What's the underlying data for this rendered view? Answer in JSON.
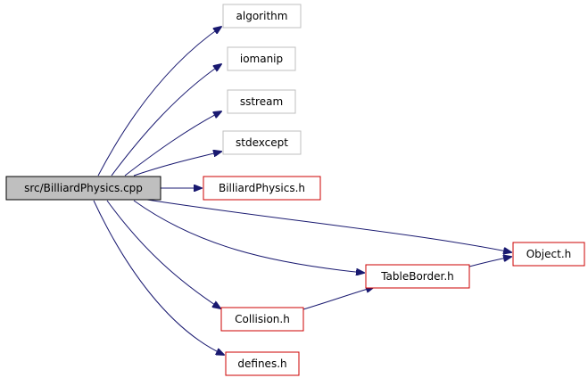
{
  "colors": {
    "edge": "#191970",
    "root_fill": "#bfbfbf",
    "root_border": "#000000",
    "external_border": "#bfbfbf",
    "internal_border": "#cc0000",
    "node_fill": "#ffffff"
  },
  "nodes": {
    "root": "src/BilliardPhysics.cpp",
    "algorithm": "algorithm",
    "iomanip": "iomanip",
    "sstream": "sstream",
    "stdexcept": "stdexcept",
    "billiardphysics_h": "BilliardPhysics.h",
    "object_h": "Object.h",
    "tableborder_h": "TableBorder.h",
    "collision_h": "Collision.h",
    "defines_h": "defines.h"
  }
}
